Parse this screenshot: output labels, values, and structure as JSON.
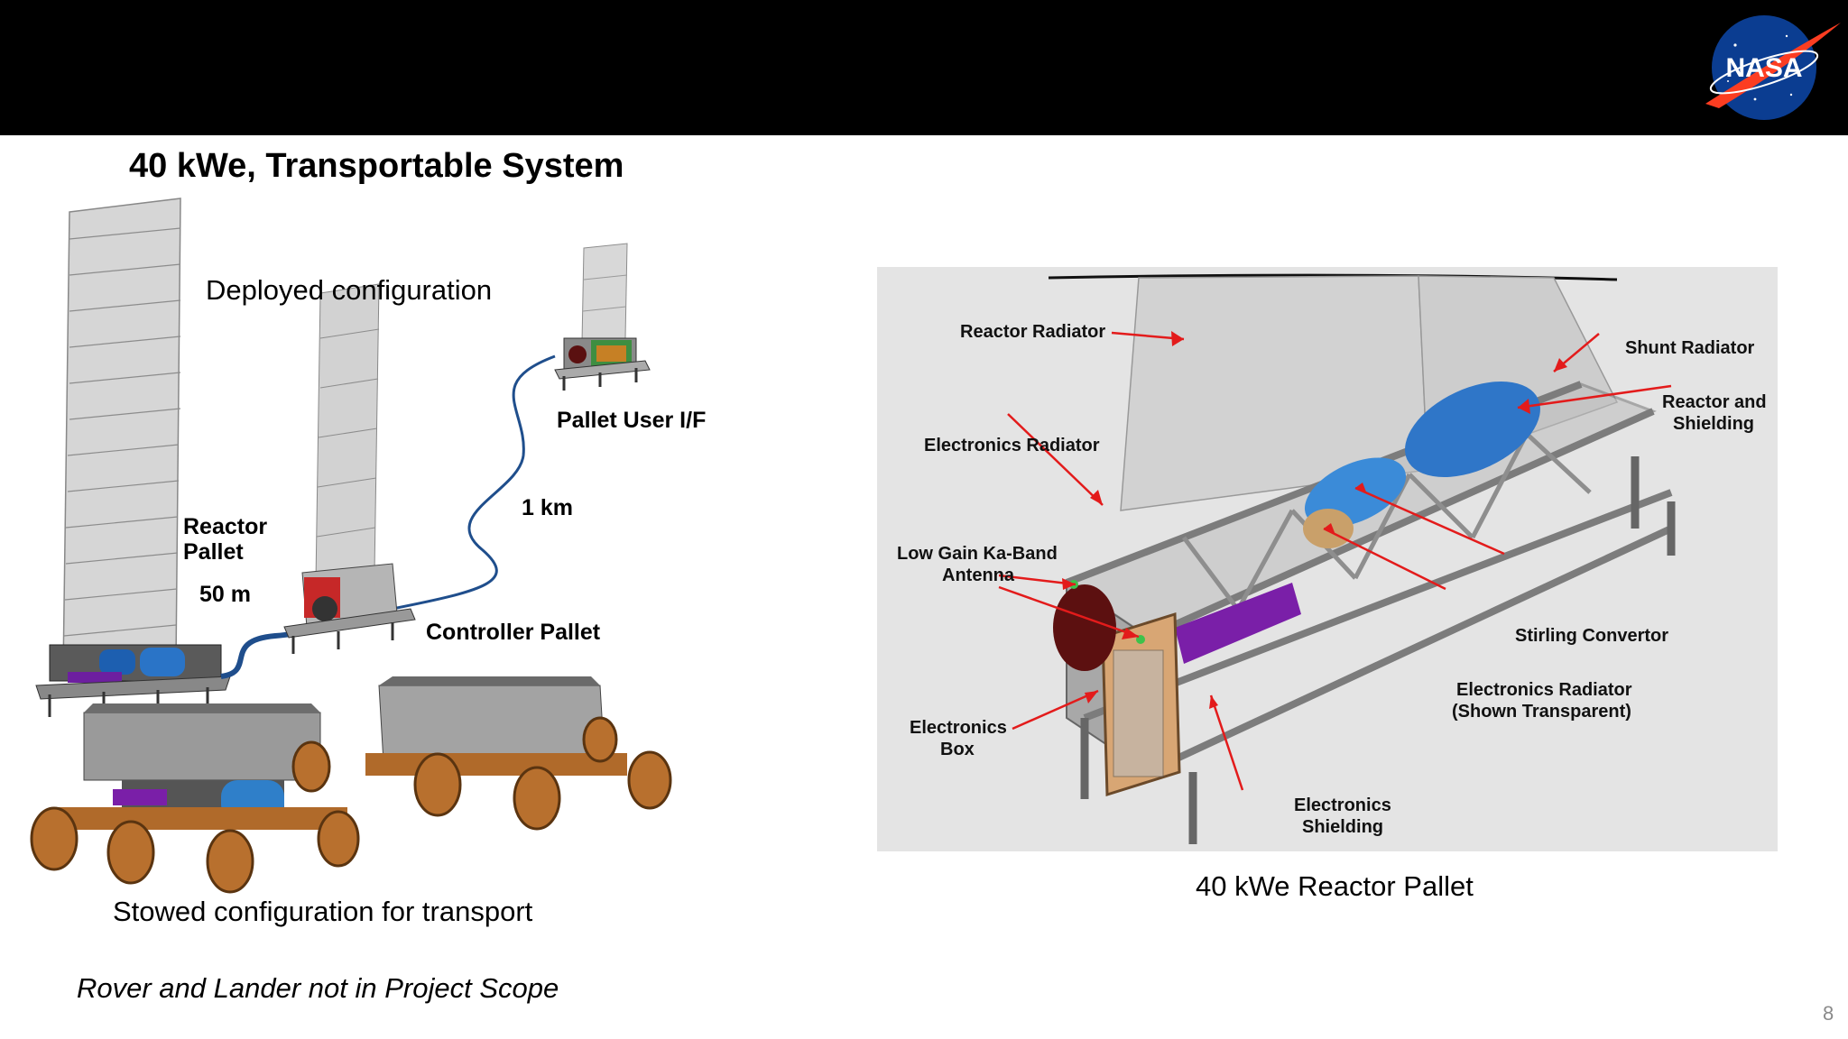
{
  "header": {
    "logo_text": "NASA"
  },
  "left": {
    "title": "40 kWe, Transportable System",
    "deployed_label": "Deployed configuration",
    "pallet_user_if": "Pallet User I/F",
    "one_km": "1 km",
    "reactor_pallet_line1": "Reactor",
    "reactor_pallet_line2": "Pallet",
    "fifty_m": "50 m",
    "controller_pallet": "Controller Pallet",
    "stowed_label": "Stowed configuration for transport",
    "scope_note": "Rover and Lander not in Project Scope"
  },
  "right": {
    "caption": "40 kWe Reactor Pallet",
    "callouts": {
      "reactor_radiator": "Reactor Radiator",
      "shunt_radiator": "Shunt Radiator",
      "reactor_shielding_1": "Reactor and",
      "reactor_shielding_2": "Shielding",
      "electronics_radiator": "Electronics Radiator",
      "antenna_1": "Low Gain Ka-Band",
      "antenna_2": "Antenna",
      "stirling": "Stirling Convertor",
      "elec_rad_transparent_1": "Electronics Radiator",
      "elec_rad_transparent_2": "(Shown Transparent)",
      "electronics_box_1": "Electronics",
      "electronics_box_2": "Box",
      "electronics_shielding_1": "Electronics",
      "electronics_shielding_2": "Shielding"
    },
    "arrow_color": "#e31b1b"
  },
  "footer": {
    "page_number": "8"
  }
}
